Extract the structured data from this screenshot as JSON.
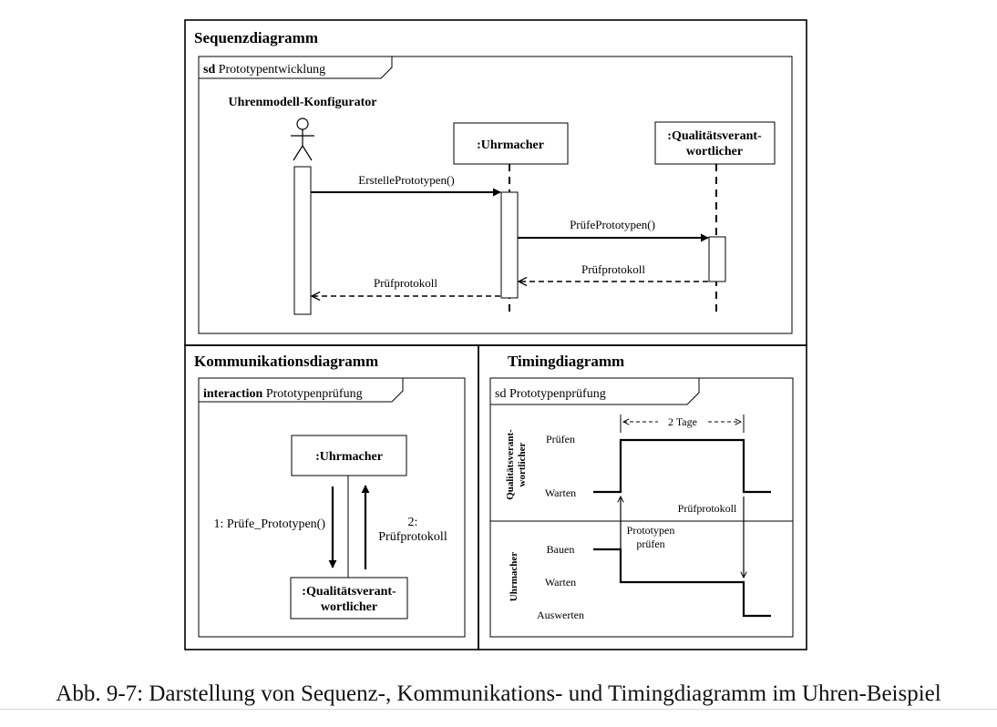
{
  "sequence": {
    "heading": "Sequenzdiagramm",
    "frame_keyword": "sd",
    "frame_name": "Prototypentwicklung",
    "actor_label": "Uhrenmodell-Konfigurator",
    "lifeline_uhrmacher": ":Uhrmacher",
    "lifeline_qs_line1": ":Qualitätsverant-",
    "lifeline_qs_line2": "wortlicher",
    "msg1": "ErstellePrototypen()",
    "msg2": "PrüfePrototypen()",
    "reply1": "Prüfprotokoll",
    "reply2": "Prüfprotokoll"
  },
  "communication": {
    "heading": "Kommunikationsdiagramm",
    "frame_keyword": "interaction",
    "frame_name": "Prototypenprüfung",
    "node_uhrmacher": ":Uhrmacher",
    "node_qs_line1": ":Qualitätsverant-",
    "node_qs_line2": "wortlicher",
    "msg1": "1: Prüfe_Prototypen()",
    "msg2_line1": "2:",
    "msg2_line2": "Prüfprotokoll"
  },
  "timing": {
    "heading": "Timingdiagramm",
    "frame_keyword": "sd",
    "frame_name": "Prototypenprüfung",
    "duration": "2 Tage",
    "lane_qs_line1": "Qualitätsverant-",
    "lane_qs_line2": "wortlicher",
    "lane_uhrmacher": "Uhrmacher",
    "state_pruefen": "Prüfen",
    "state_warten_qs": "Warten",
    "state_bauen": "Bauen",
    "state_warten_u": "Warten",
    "state_auswerten": "Auswerten",
    "event_pruefprotokoll": "Prüfprotokoll",
    "event_prototypen_line1": "Prototypen",
    "event_prototypen_line2": "prüfen"
  },
  "caption": "Abb. 9-7: Darstellung von Sequenz-, Kommunikations- und Timingdiagramm im Uhren-Beispiel"
}
